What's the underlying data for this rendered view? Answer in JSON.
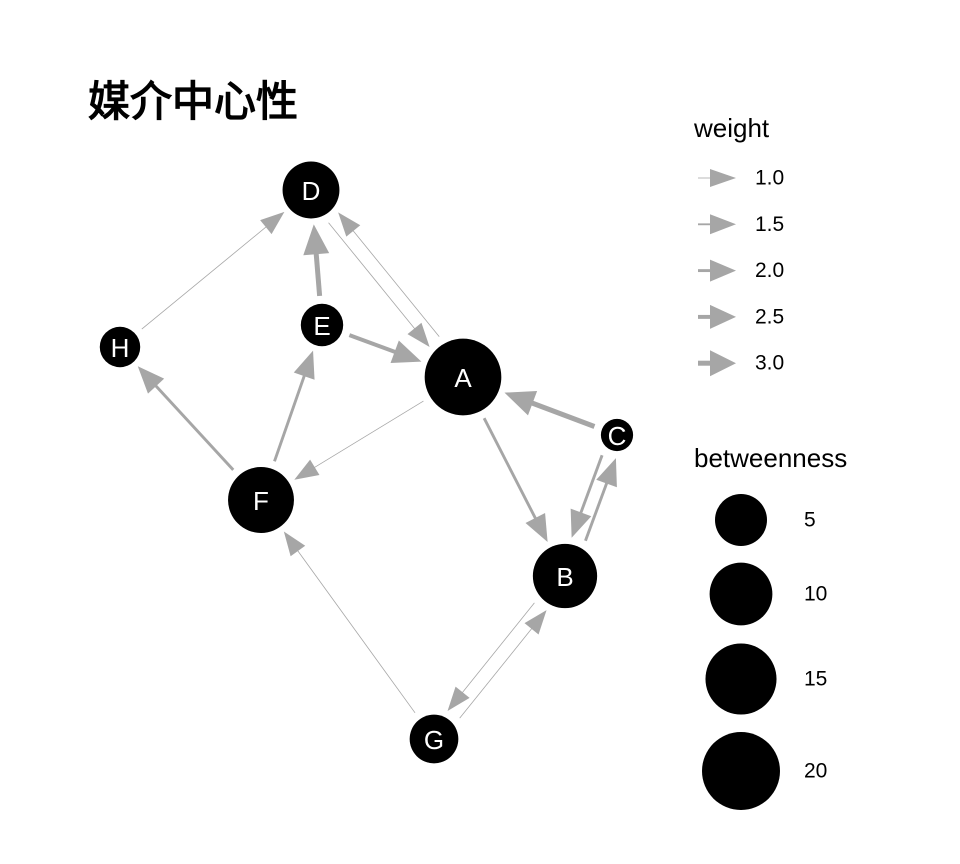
{
  "title": "媒介中心性",
  "colors": {
    "edge": "#a6a6a6",
    "node": "#000000",
    "node_text": "#ffffff"
  },
  "nodes": [
    {
      "id": "A",
      "betweenness": 20.5
    },
    {
      "id": "B",
      "betweenness": 12
    },
    {
      "id": "C",
      "betweenness": 0.5
    },
    {
      "id": "D",
      "betweenness": 8
    },
    {
      "id": "E",
      "betweenness": 2.5
    },
    {
      "id": "F",
      "betweenness": 13
    },
    {
      "id": "G",
      "betweenness": 4.5
    },
    {
      "id": "H",
      "betweenness": 2
    }
  ],
  "edges": [
    {
      "from": "H",
      "to": "D",
      "weight": 1.0
    },
    {
      "from": "E",
      "to": "D",
      "weight": 3.0
    },
    {
      "from": "D",
      "to": "A",
      "weight": 1.0
    },
    {
      "from": "A",
      "to": "D",
      "weight": 1.0
    },
    {
      "from": "E",
      "to": "A",
      "weight": 2.5
    },
    {
      "from": "C",
      "to": "A",
      "weight": 3.0
    },
    {
      "from": "A",
      "to": "B",
      "weight": 2.0
    },
    {
      "from": "A",
      "to": "F",
      "weight": 1.0
    },
    {
      "from": "F",
      "to": "H",
      "weight": 2.0
    },
    {
      "from": "F",
      "to": "E",
      "weight": 2.0
    },
    {
      "from": "B",
      "to": "C",
      "weight": 2.0
    },
    {
      "from": "C",
      "to": "B",
      "weight": 2.0
    },
    {
      "from": "G",
      "to": "F",
      "weight": 1.0
    },
    {
      "from": "G",
      "to": "B",
      "weight": 1.0
    },
    {
      "from": "B",
      "to": "G",
      "weight": 1.0
    }
  ],
  "legend": {
    "weight": {
      "title": "weight",
      "entries": [
        {
          "label": "1.0",
          "value": 1.0
        },
        {
          "label": "1.5",
          "value": 1.5
        },
        {
          "label": "2.0",
          "value": 2.0
        },
        {
          "label": "2.5",
          "value": 2.5
        },
        {
          "label": "3.0",
          "value": 3.0
        }
      ]
    },
    "betweenness": {
      "title": "betweenness",
      "entries": [
        {
          "label": "5",
          "value": 5
        },
        {
          "label": "10",
          "value": 10
        },
        {
          "label": "15",
          "value": 15
        },
        {
          "label": "20",
          "value": 20
        }
      ]
    }
  }
}
